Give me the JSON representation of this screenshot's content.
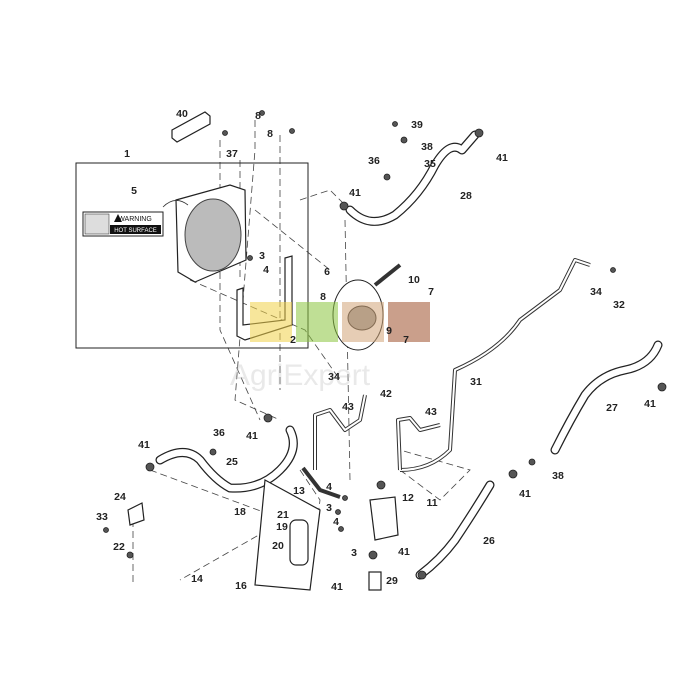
{
  "diagram": {
    "title": "Radiator and coolant hoses parts diagram",
    "callouts": [
      "40",
      "1",
      "8",
      "8",
      "37",
      "39",
      "38",
      "36",
      "35",
      "41",
      "28",
      "41",
      "5",
      "3",
      "4",
      "6",
      "10",
      "8",
      "7",
      "9",
      "2",
      "7",
      "34",
      "42",
      "31",
      "34",
      "32",
      "27",
      "41",
      "43",
      "43",
      "41",
      "36",
      "41",
      "25",
      "13",
      "4",
      "12",
      "11",
      "3",
      "4",
      "3",
      "18",
      "21",
      "19",
      "20",
      "24",
      "33",
      "22",
      "14",
      "16",
      "41",
      "29",
      "38",
      "41",
      "26",
      "41"
    ],
    "warning_label": {
      "title": "WARNING",
      "text": "HOT SURFACE"
    },
    "watermark": "AgriExpert"
  }
}
